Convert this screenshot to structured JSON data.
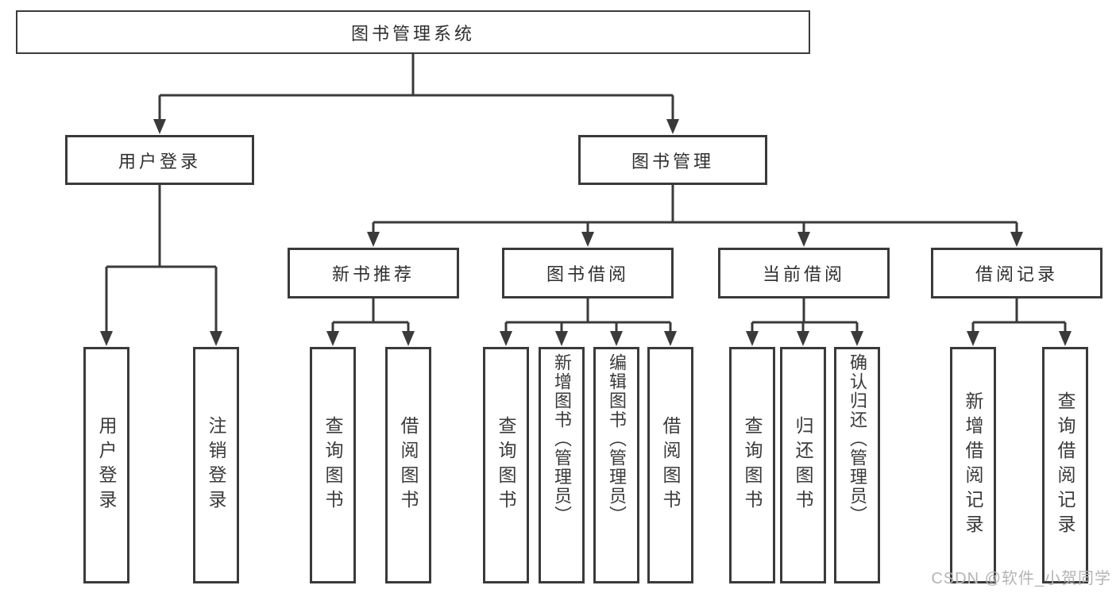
{
  "diagram": {
    "title": "图书管理系统",
    "user_login": {
      "label": "用户登录",
      "children": [
        {
          "label": "用户登录"
        },
        {
          "label": "注销登录"
        }
      ]
    },
    "book_mgmt": {
      "label": "图书管理",
      "children": [
        {
          "label": "新书推荐",
          "children": [
            {
              "label": "查询图书"
            },
            {
              "label": "借阅图书"
            }
          ]
        },
        {
          "label": "图书借阅",
          "children": [
            {
              "label": "查询图书"
            },
            {
              "label": "新增图书（管理员）"
            },
            {
              "label": "编辑图书（管理员）"
            },
            {
              "label": "借阅图书"
            }
          ]
        },
        {
          "label": "当前借阅",
          "children": [
            {
              "label": "查询图书"
            },
            {
              "label": "归还图书"
            },
            {
              "label": "确认归还（管理员）"
            }
          ]
        },
        {
          "label": "借阅记录",
          "children": [
            {
              "label": "新增借阅记录"
            },
            {
              "label": "查询借阅记录"
            }
          ]
        }
      ]
    }
  },
  "watermark": {
    "text": "CSDN @软件_小贺同学"
  },
  "colors": {
    "line": "#3a3a3a",
    "text": "#2f2f2f",
    "watermark": "#b4b4b4"
  }
}
